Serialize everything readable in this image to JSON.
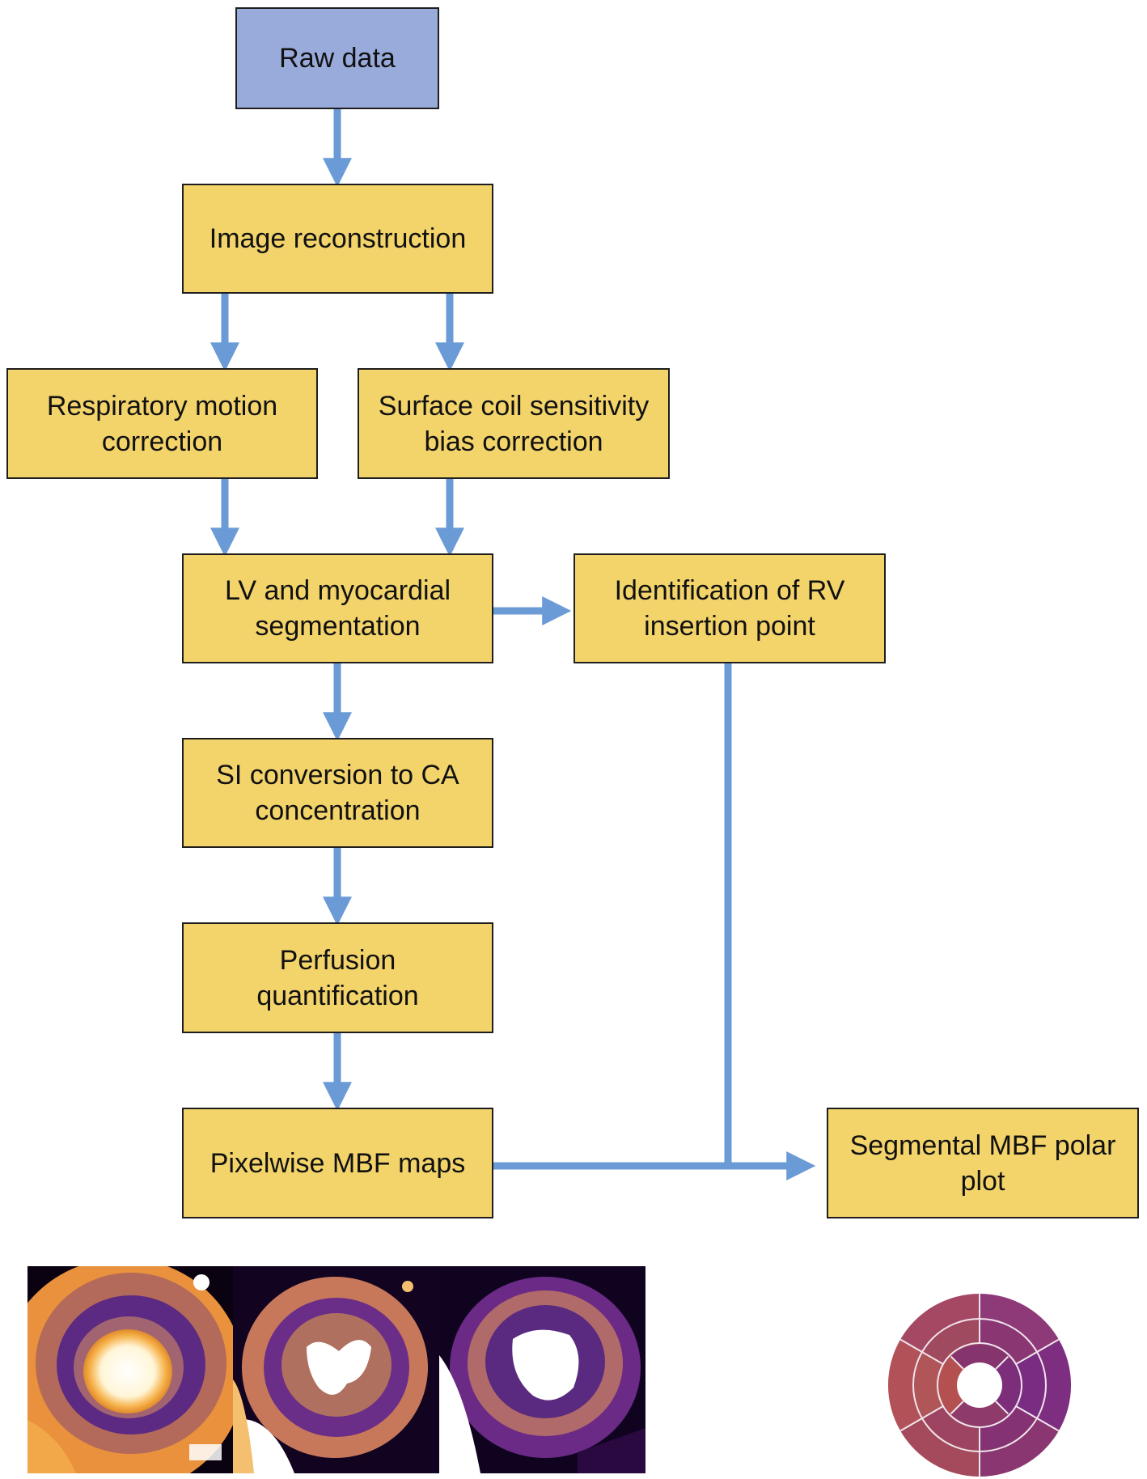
{
  "nodes": {
    "raw_data": "Raw data",
    "image_reconstruction": "Image reconstruction",
    "respiratory_motion": [
      "Respiratory motion",
      "correction"
    ],
    "surface_coil": [
      "Surface coil sensitivity",
      "bias correction"
    ],
    "lv_segmentation": [
      "LV and myocardial",
      "segmentation"
    ],
    "rv_insertion": [
      "Identification of RV",
      "insertion point"
    ],
    "si_conversion": [
      "SI conversion to CA",
      "concentration"
    ],
    "perfusion_quant": [
      "Perfusion",
      "quantification"
    ],
    "mbf_maps": "Pixelwise MBF maps",
    "polar_plot": [
      "Segmental MBF polar",
      "plot"
    ]
  },
  "edges": [
    {
      "from": "raw_data",
      "to": "image_reconstruction"
    },
    {
      "from": "image_reconstruction",
      "to": "respiratory_motion"
    },
    {
      "from": "image_reconstruction",
      "to": "surface_coil"
    },
    {
      "from": "respiratory_motion",
      "to": "lv_segmentation"
    },
    {
      "from": "surface_coil",
      "to": "lv_segmentation"
    },
    {
      "from": "lv_segmentation",
      "to": "rv_insertion"
    },
    {
      "from": "lv_segmentation",
      "to": "si_conversion"
    },
    {
      "from": "si_conversion",
      "to": "perfusion_quant"
    },
    {
      "from": "perfusion_quant",
      "to": "mbf_maps"
    },
    {
      "from": "mbf_maps",
      "to": "polar_plot"
    },
    {
      "from": "rv_insertion",
      "to": "polar_plot"
    }
  ],
  "colors": {
    "process_box": "#f3d46b",
    "input_box": "#99abdb",
    "arrow": "#6b9bd6",
    "border": "#1e1e1e"
  },
  "figures": {
    "mbf_map_panels": 3,
    "polar_plot_rings": [
      4,
      6,
      6
    ]
  }
}
